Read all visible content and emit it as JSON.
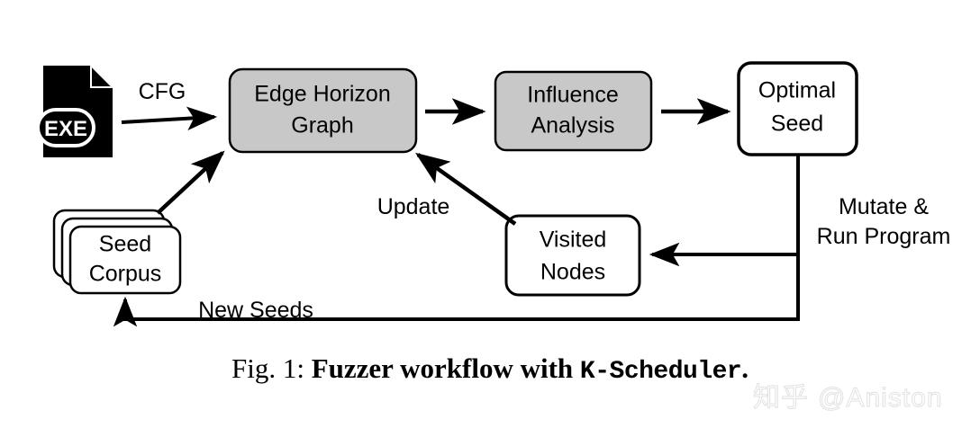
{
  "figure": {
    "caption_prefix": "Fig. 1:",
    "caption_bold_1": "Fuzzer workflow with",
    "caption_mono": "K-Scheduler",
    "caption_bold_2": "."
  },
  "watermark": {
    "site": "知乎",
    "handle": "@Aniston"
  },
  "colors": {
    "box_gray_fill": "#c8c8c8",
    "box_white_fill": "#ffffff",
    "stroke": "#000000",
    "background": "#ffffff",
    "watermark": "#e8e8e8"
  },
  "nodes": {
    "exe_icon": {
      "name": "exe-file-icon",
      "label": "EXE"
    },
    "edge_horizon_graph": {
      "line1": "Edge Horizon",
      "line2": "Graph",
      "fill": "#c8c8c8"
    },
    "influence_analysis": {
      "line1": "Influence",
      "line2": "Analysis",
      "fill": "#c8c8c8"
    },
    "optimal_seed": {
      "line1": "Optimal",
      "line2": "Seed",
      "fill": "#ffffff"
    },
    "seed_corpus": {
      "line1": "Seed",
      "line2": "Corpus",
      "fill": "#ffffff"
    },
    "visited_nodes": {
      "line1": "Visited",
      "line2": "Nodes",
      "fill": "#ffffff"
    }
  },
  "edges": {
    "cfg": {
      "label": "CFG"
    },
    "update": {
      "label": "Update"
    },
    "mutate_run": {
      "line1": "Mutate &",
      "line2": "Run Program"
    },
    "new_seeds": {
      "label": "New Seeds"
    }
  }
}
